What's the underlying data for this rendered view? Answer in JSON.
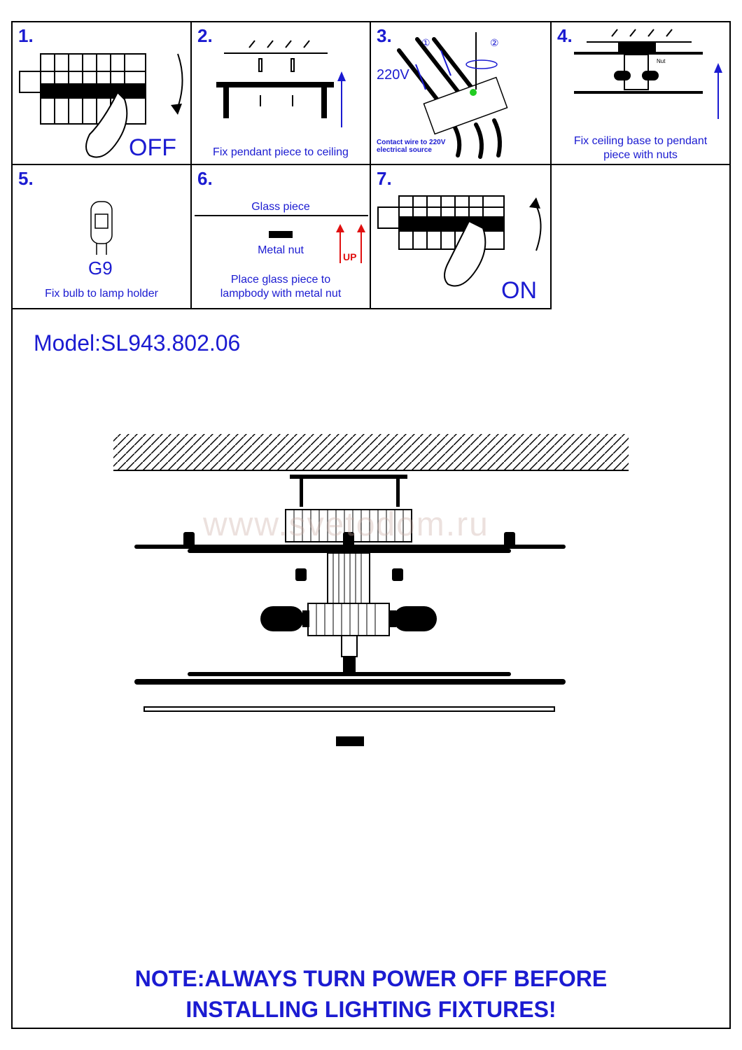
{
  "steps": [
    {
      "num": "1.",
      "label": "OFF"
    },
    {
      "num": "2.",
      "caption": "Fix pendant piece to ceiling"
    },
    {
      "num": "3.",
      "voltage": "220V",
      "caption": "Contact wire to 220V electrical source",
      "marker1": "①",
      "marker2": "②"
    },
    {
      "num": "4.",
      "caption": "Fix ceiling base to pendant piece with nuts",
      "nut": "Nut"
    },
    {
      "num": "5.",
      "bulb": "G9",
      "caption": "Fix bulb to lamp holder"
    },
    {
      "num": "6.",
      "glass": "Glass piece",
      "metal_nut": "Metal nut",
      "up": "UP",
      "caption": "Place glass piece to lampbody with metal nut"
    },
    {
      "num": "7.",
      "label": "ON"
    }
  ],
  "model": "Model:SL943.802.06",
  "watermark": "www.svetodom.ru",
  "note_line1": "NOTE:ALWAYS TURN POWER OFF BEFORE",
  "note_line2": "INSTALLING LIGHTING FIXTURES!",
  "colors": {
    "accent": "#1b1bd1",
    "arrow_red": "#e01010",
    "led_green": "#22cc22"
  }
}
